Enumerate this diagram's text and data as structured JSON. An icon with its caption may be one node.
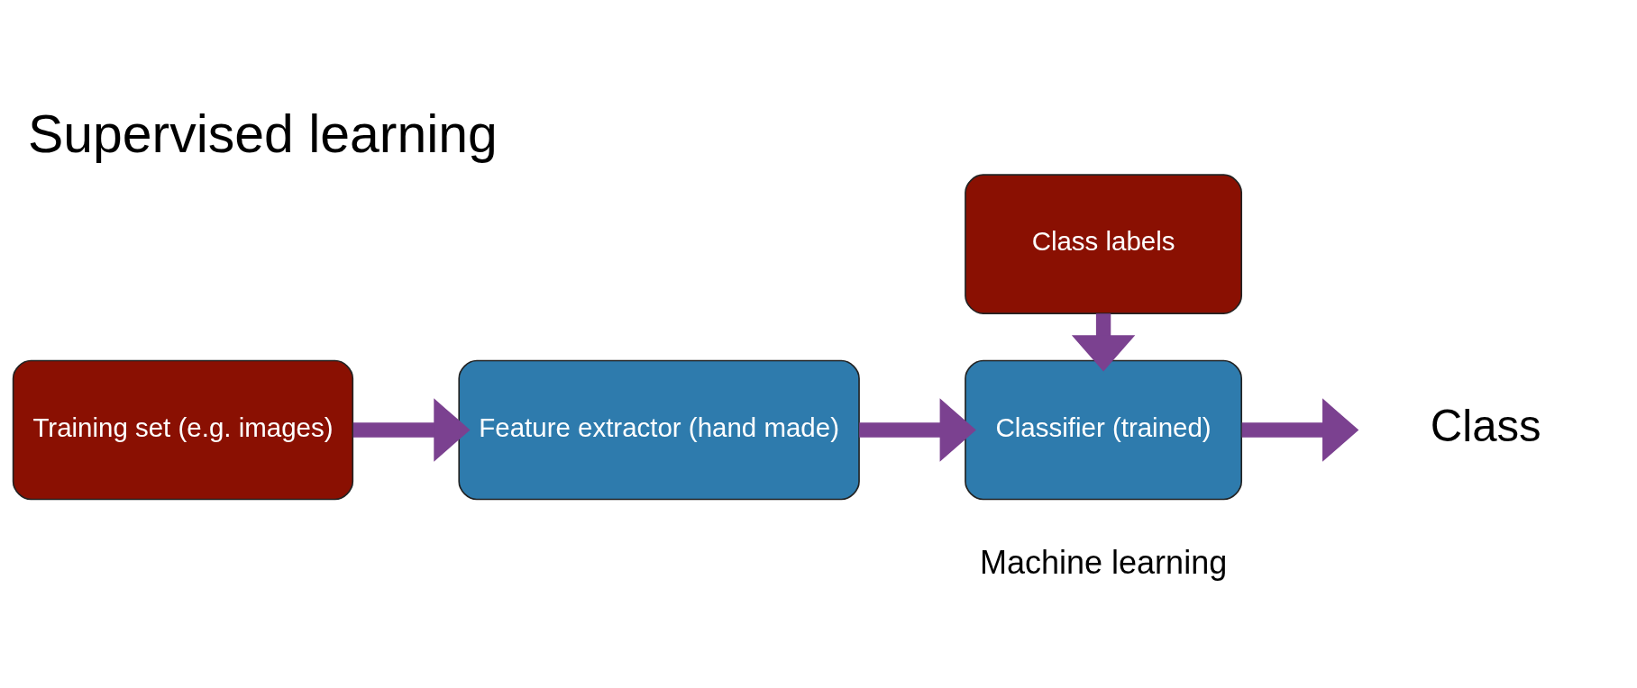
{
  "diagram": {
    "title": "Supervised learning",
    "nodes": [
      {
        "text": [
          "Class labels"
        ]
      },
      {
        "text": [
          "Training set (e.g. images)"
        ]
      },
      {
        "text": [
          "Feature extractor (hand made)"
        ]
      },
      {
        "text": [
          "Classifier (trained)"
        ],
        "beside": [
          "Machine learning"
        ]
      },
      {
        "text": [
          "Class"
        ]
      }
    ],
    "edges": [
      {
        "from": 1,
        "to": 2,
        "arrow": "to"
      },
      {
        "from": 2,
        "to": 3,
        "arrow": "to"
      },
      {
        "from": 0,
        "to": 3,
        "arrow": "to"
      },
      {
        "from": 3,
        "to": 4,
        "arrow": "to"
      }
    ]
  }
}
